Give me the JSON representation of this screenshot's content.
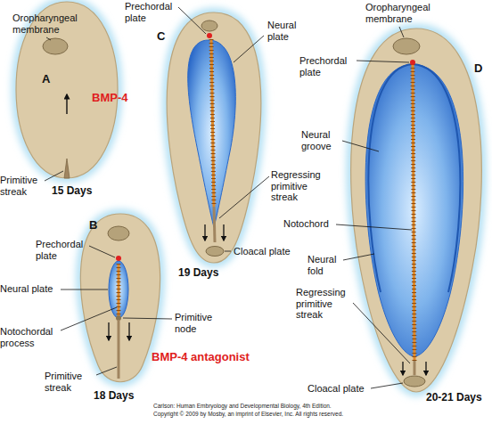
{
  "diagram": {
    "labels": [
      "Oropharyngeal membrane",
      "A",
      "BMP-4",
      "Primitive streak",
      "15 Days",
      "Prechordal plate",
      "B",
      "Neural plate",
      "Notochordal process",
      "Primitive node",
      "Primitive streak",
      "BMP-4 antagonist",
      "18 Days",
      "Prechordal plate",
      "C",
      "Neural plate",
      "Regressing primitive streak",
      "Cloacal plate",
      "19 Days",
      "Oropharyngeal membrane",
      "Prechordal plate",
      "D",
      "Neural groove",
      "Notochord",
      "Neural fold",
      "Regressing primitive streak",
      "Cloacal plate",
      "20-21 Days",
      "Carlson: Human Embryology and Developmental Biology, 4th Edition.",
      "Copyright © 2009 by Mosby, an imprint of Elsevier, Inc. All rights reserved."
    ]
  }
}
